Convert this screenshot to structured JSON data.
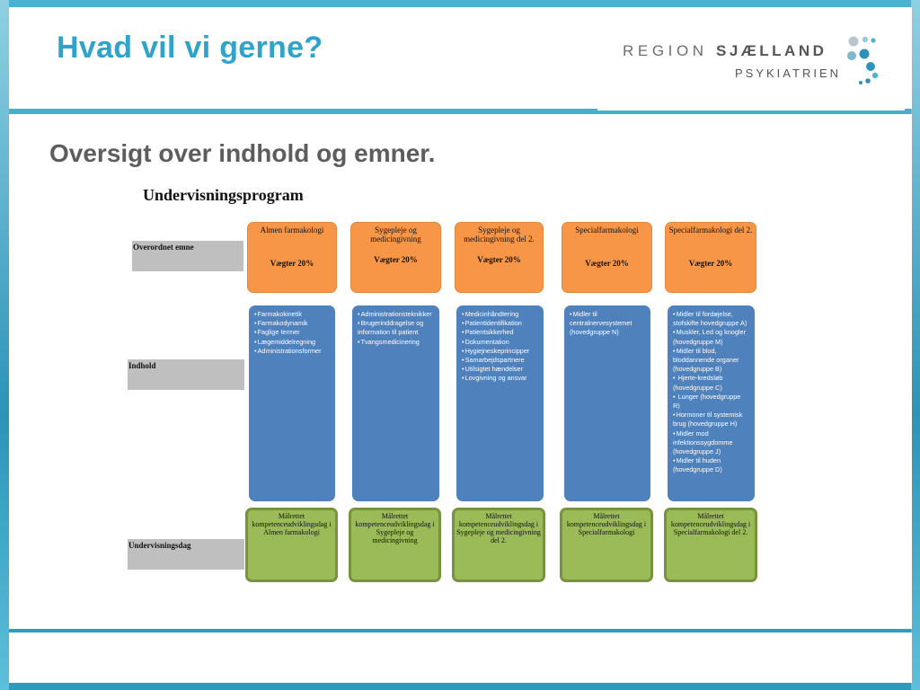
{
  "slide": {
    "title": "Hvad vil vi gerne?",
    "subtitle": "Oversigt over indhold og emner."
  },
  "logo": {
    "region": "REGION",
    "sjaelland": "SJÆLLAND",
    "psykiatrien": "PSYKIATRIEN"
  },
  "diagram": {
    "title": "Undervisningsprogram",
    "row_labels": [
      "Overordnet emne",
      "Indhold",
      "Undervisningsdag"
    ],
    "columns": [
      {
        "topic": "Almen farmakologi",
        "weight": "Vægter 20%",
        "items": [
          "Farmakokinetik",
          "Farmakodynamik",
          "Faglige termer",
          "Lægemiddelregning",
          "Administrationsformer"
        ],
        "day_heading": "Målrettet kompetenceudviklingsdag i",
        "day_topic": "Almen farmakologi"
      },
      {
        "topic": "Sygepleje og medicingivning",
        "weight": "Vægter 20%",
        "items": [
          "Administrationsteknikker",
          "Brugerinddragelse og information til patient",
          "Tvangsmedicinering"
        ],
        "day_heading": "Målrettet kompetenceudviklingsdag i",
        "day_topic": "Sygepleje og medicingivning"
      },
      {
        "topic": "Sygepleje og medicingivning del 2.",
        "weight": "Vægter 20%",
        "items": [
          "Medicinhåndtering",
          "Patientidentifikation",
          "Patientsikkerhed",
          "Dokumentation",
          "Hygiejneskeprincipper",
          "Samarbejdspartnere",
          "Utilsigtet hændelser",
          "Lovgivning og ansvar"
        ],
        "day_heading": "Målrettet kompetenceudviklingsdag i",
        "day_topic": "Sygepleje og medicingivning del 2."
      },
      {
        "topic": "Specialfarmakologi",
        "weight": "Vægter 20%",
        "items": [
          "Midler til centralnervesystemet (hovedgruppe N)"
        ],
        "day_heading": "Målrettet kompetenceudviklingsdag i",
        "day_topic": "Specialfarmakologi"
      },
      {
        "topic": "Specialfarmakologi del 2.",
        "weight": "Vægter 20%",
        "items": [
          "Midler til fordøjelse, stofskifte hovedgruppe A)",
          "Muskler, Led og knogler (hovedgruppe M)",
          "Midler til blod, bloddannende organer (hovedgruppe B)",
          " Hjerte-kredsløb (hovedgruppe C)",
          " Lunger (hovedgruppe R)",
          "Hormoner til systemisk brug (hovedgruppe H)",
          "Midler mod infektionssygdomme (hovedgruppe J)",
          "Midler til huden (hovedgruppe D)"
        ],
        "day_heading": "Målrettet kompetenceudviklingsdag i",
        "day_topic": "Specialfarmakologi del 2."
      }
    ]
  },
  "colors": {
    "orange": "#f79646",
    "blue": "#4f81bd",
    "green": "#9bbb59",
    "accent": "#2fa3c9"
  }
}
